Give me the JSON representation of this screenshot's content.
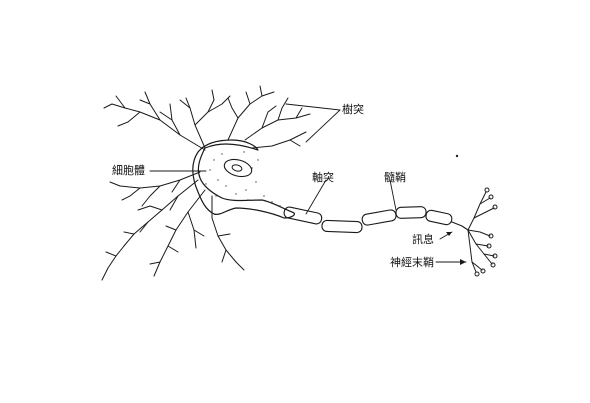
{
  "labels": {
    "dendrite": "樹突",
    "cell_body": "細胞體",
    "axon": "軸突",
    "myelin_sheath": "髓鞘",
    "signal": "訊息",
    "nerve_ending": "神經末鞘"
  }
}
